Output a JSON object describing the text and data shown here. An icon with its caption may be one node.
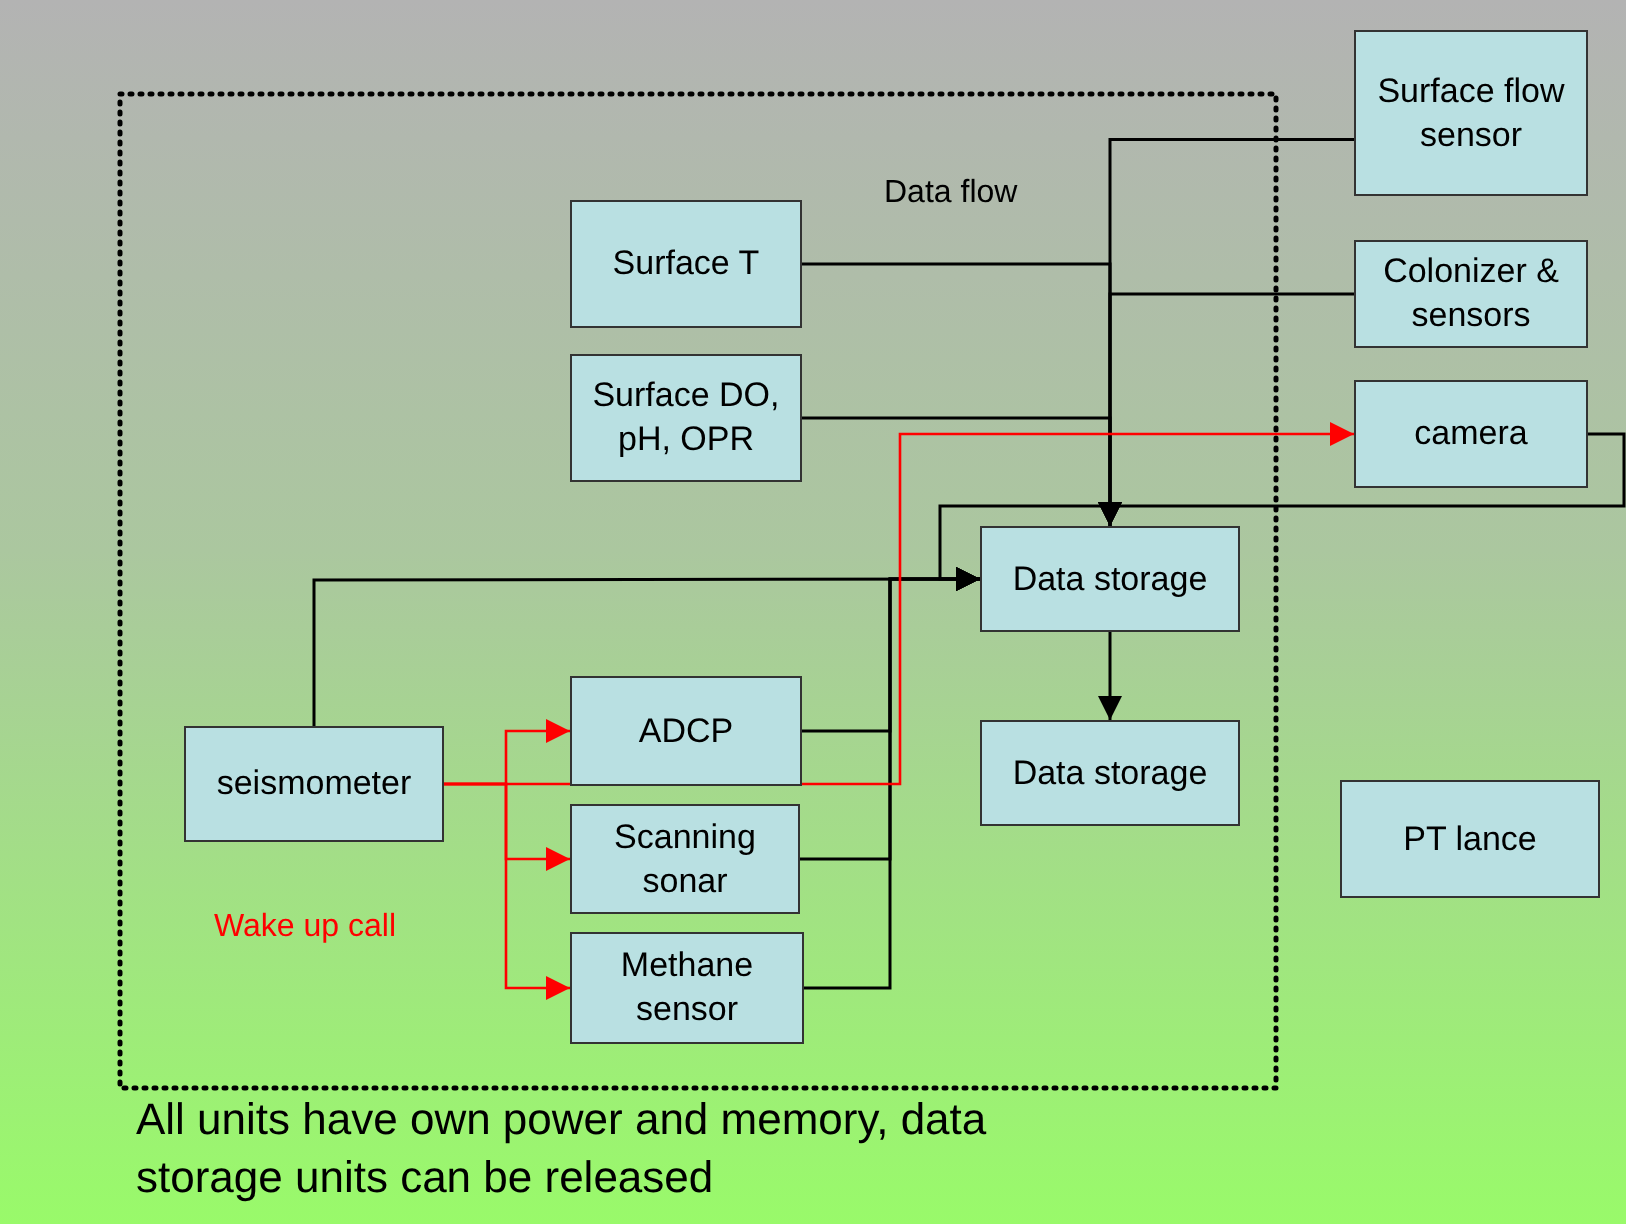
{
  "diagram": {
    "caption": "All units have own power and memory, data storage units can be released",
    "nodes": [
      {
        "text": [
          "Surface flow sensor"
        ]
      },
      {
        "text": [
          "Surface T"
        ]
      },
      {
        "text": [
          "Colonizer & sensors"
        ]
      },
      {
        "text": [
          "Surface DO, pH, OPR"
        ]
      },
      {
        "text": [
          "camera"
        ]
      },
      {
        "text": [
          "Data storage"
        ]
      },
      {
        "text": [
          "ADCP"
        ]
      },
      {
        "text": [
          "seismometer"
        ]
      },
      {
        "text": [
          "Data storage"
        ]
      },
      {
        "text": [
          "Scanning sonar"
        ]
      },
      {
        "text": [
          "PT lance"
        ]
      },
      {
        "text": [
          "Methane sensor"
        ]
      }
    ],
    "edges": [
      {
        "from": 0,
        "to": 5,
        "arrow": "to"
      },
      {
        "from": 1,
        "to": 5,
        "arrow": "to"
      },
      {
        "from": 2,
        "to": 5,
        "arrow": "to"
      },
      {
        "from": 3,
        "to": 5,
        "arrow": "to"
      },
      {
        "from": 4,
        "to": 5,
        "arrow": "to"
      },
      {
        "from": 7,
        "to": 5,
        "arrow": "to"
      },
      {
        "from": 6,
        "to": 5,
        "arrow": "to"
      },
      {
        "from": 9,
        "to": 5,
        "arrow": "to"
      },
      {
        "from": 11,
        "to": 5,
        "arrow": "to"
      },
      {
        "from": 5,
        "to": 8,
        "arrow": "to"
      },
      {
        "from": 7,
        "to": 6,
        "arrow": "to",
        "color": "#ff0000"
      },
      {
        "from": 7,
        "to": 9,
        "arrow": "to",
        "color": "#ff0000"
      },
      {
        "from": 7,
        "to": 11,
        "arrow": "to",
        "color": "#ff0000"
      },
      {
        "from": 7,
        "to": 4,
        "arrow": "to",
        "color": "#ff0000"
      }
    ],
    "labels": [
      "Data flow",
      "Wake up call"
    ]
  }
}
